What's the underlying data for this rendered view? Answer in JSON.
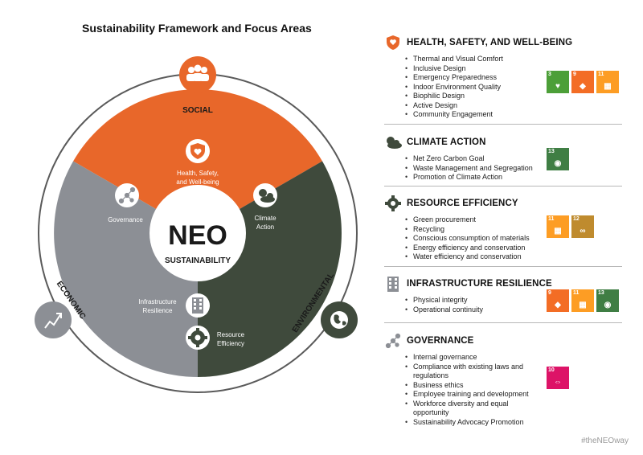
{
  "title": "Sustainability Framework and Focus Areas",
  "diagram": {
    "center_main": "NEO",
    "center_sub": "SUSTAINABILITY",
    "ring_labels": {
      "social": "SOCIAL",
      "economic": "ECONOMIC",
      "environmental": "ENVIRONMENTAL"
    },
    "segments": {
      "health": "Health, Safety,",
      "health2": "and Well-being",
      "climate": "Climate",
      "climate2": "Action",
      "governance": "Governance",
      "infrastructure": "Infrastructure",
      "infrastructure2": "Resilience",
      "resource": "Resource",
      "resource2": "Efficiency"
    },
    "colors": {
      "social": "#e8672a",
      "economic": "#8c8f95",
      "environmental": "#3f4a3c",
      "ring": "#5a5a5a"
    }
  },
  "panels": [
    {
      "title": "HEALTH, SAFETY, AND WELL-BEING",
      "icon": "shield-heart-icon",
      "items": [
        "Thermal and Visual Comfort",
        "Inclusive Design",
        "Emergency Preparedness",
        "Indoor Environment Quality",
        "Biophilic Design",
        "Active Design",
        "Community Engagement"
      ],
      "sdgs": [
        {
          "num": "3",
          "glyph": "♥",
          "color": "#4c9f38"
        },
        {
          "num": "9",
          "glyph": "◆",
          "color": "#f36d25"
        },
        {
          "num": "11",
          "glyph": "▦",
          "color": "#fd9d24"
        }
      ]
    },
    {
      "title": "CLIMATE ACTION",
      "icon": "cloud-sun-icon",
      "items": [
        "Net Zero Carbon Goal",
        "Waste Management and Segregation",
        "Promotion of Climate Action"
      ],
      "sdgs": [
        {
          "num": "13",
          "glyph": "◉",
          "color": "#3f7e44"
        }
      ]
    },
    {
      "title": "RESOURCE EFFICIENCY",
      "icon": "gear-icon",
      "items": [
        "Green procurement",
        "Recycling",
        "Conscious consumption of materials",
        "Energy efficiency and  conservation",
        "Water efficiency and conservation"
      ],
      "sdgs": [
        {
          "num": "11",
          "glyph": "▦",
          "color": "#fd9d24"
        },
        {
          "num": "12",
          "glyph": "∞",
          "color": "#bf8b2e"
        }
      ]
    },
    {
      "title": "INFRASTRUCTURE RESILIENCE",
      "icon": "building-icon",
      "items": [
        "Physical integrity",
        "Operational continuity"
      ],
      "sdgs": [
        {
          "num": "9",
          "glyph": "◆",
          "color": "#f36d25"
        },
        {
          "num": "11",
          "glyph": "▦",
          "color": "#fd9d24"
        },
        {
          "num": "13",
          "glyph": "◉",
          "color": "#3f7e44"
        }
      ]
    },
    {
      "title": "GOVERNANCE",
      "icon": "network-icon",
      "items": [
        "Internal governance",
        "Compliance with existing laws and regulations",
        "Business ethics",
        "Employee training and development",
        "Workforce diversity and equal opportunity",
        "Sustainability Advocacy Promotion"
      ],
      "sdgs": [
        {
          "num": "10",
          "glyph": "⇔",
          "color": "#dd1367"
        }
      ]
    }
  ],
  "hashtag": "#theNEOway"
}
